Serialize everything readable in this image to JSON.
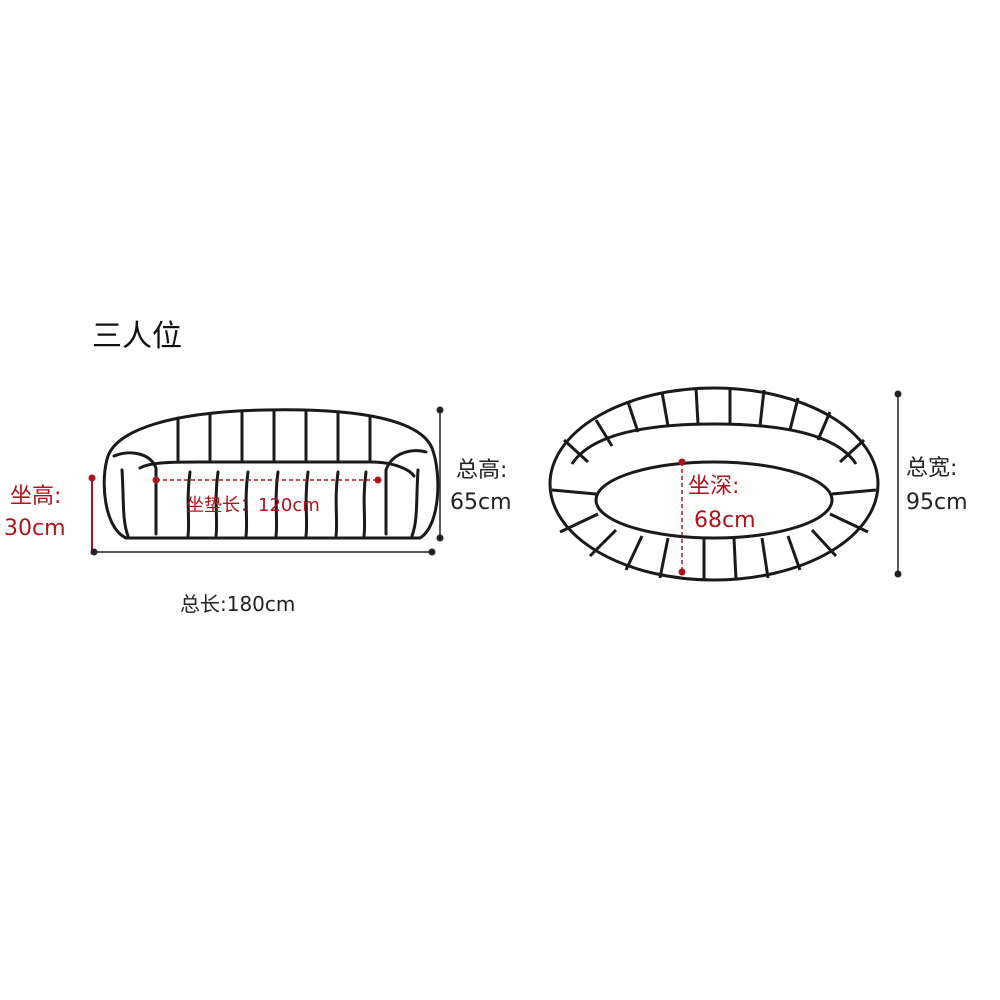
{
  "diagram": {
    "title": "三人位",
    "front_view": {
      "seat_height_label": "坐高:",
      "seat_height_value": "30cm",
      "cushion_length_text": "坐垫长：120cm",
      "total_height_label": "总高:",
      "total_height_value": "65cm",
      "total_length_text": "总长:180cm"
    },
    "top_view": {
      "seat_depth_label": "坐深:",
      "seat_depth_value": "68cm",
      "total_width_label": "总宽:",
      "total_width_value": "95cm"
    },
    "colors": {
      "outline": "#1a1a1a",
      "dimension_line": "#222222",
      "highlight": "#b0141a"
    }
  }
}
